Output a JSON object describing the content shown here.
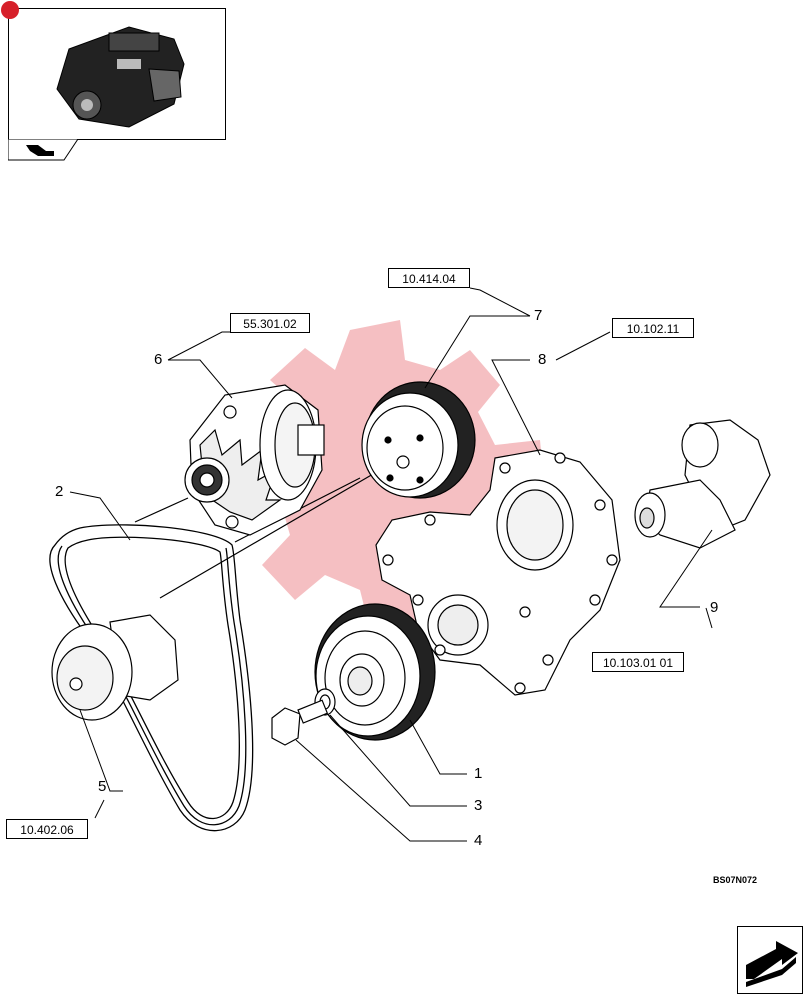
{
  "colors": {
    "accent": "#d6202a",
    "watermark": "#f1a9ad",
    "line": "#000000"
  },
  "references": {
    "alternator": "55.301.02",
    "pulley_group": "10.414.04",
    "timing_cover": "10.102.11",
    "crankshaft": "10.103.01 01",
    "water_pump": "10.402.06"
  },
  "callouts": [
    "1",
    "2",
    "3",
    "4",
    "5",
    "6",
    "7",
    "8",
    "9"
  ],
  "drawing_code": "BS07N072",
  "icons": {
    "thumbnail": "engine-thumbnail-icon",
    "thumbnail_nav": "previous-arrow-icon",
    "page_nav": "next-arrow-icon"
  }
}
